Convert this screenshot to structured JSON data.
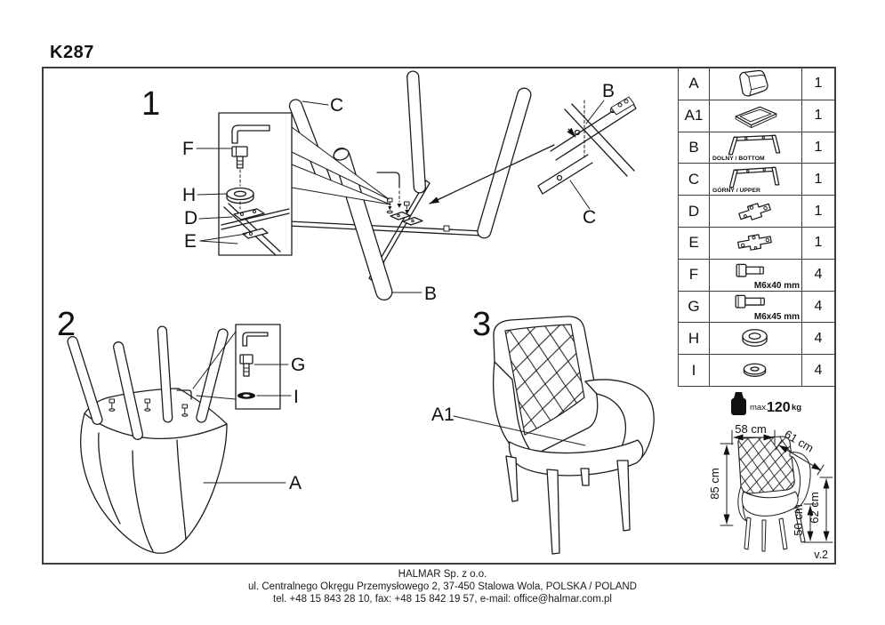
{
  "title": "K287",
  "version": "v.2",
  "steps": {
    "step1": {
      "number": "1",
      "labels": {
        "c": "C",
        "b": "B",
        "f": "F",
        "h": "H",
        "d": "D",
        "e": "E",
        "detail_b": "B",
        "detail_c": "C"
      }
    },
    "step2": {
      "number": "2",
      "labels": {
        "g": "G",
        "i": "I",
        "a": "A"
      }
    },
    "step3": {
      "number": "3",
      "labels": {
        "a1": "A1"
      }
    }
  },
  "parts_table": {
    "rows": [
      {
        "letter": "A",
        "qty": "1",
        "icon": "chair-shell"
      },
      {
        "letter": "A1",
        "qty": "1",
        "icon": "seat-frame"
      },
      {
        "letter": "B",
        "qty": "1",
        "icon": "frame-lower",
        "note": "DOLNY / BOTTOM"
      },
      {
        "letter": "C",
        "qty": "1",
        "icon": "frame-upper",
        "note": "GÓRNY / UPPER"
      },
      {
        "letter": "D",
        "qty": "1",
        "icon": "cross-plate"
      },
      {
        "letter": "E",
        "qty": "1",
        "icon": "cross-plate"
      },
      {
        "letter": "F",
        "qty": "4",
        "icon": "bolt",
        "note": "M6x40 mm"
      },
      {
        "letter": "G",
        "qty": "4",
        "icon": "bolt",
        "note": "M6x45 mm"
      },
      {
        "letter": "H",
        "qty": "4",
        "icon": "washer-thick"
      },
      {
        "letter": "I",
        "qty": "4",
        "icon": "washer-flat"
      }
    ]
  },
  "weight_limit": {
    "prefix": "max.",
    "value": "120",
    "unit": "kg"
  },
  "dimensions": {
    "width": "58 cm",
    "depth": "61 cm",
    "height": "85 cm",
    "seat_height": "50 cm",
    "arm_height": "62 cm"
  },
  "footer": {
    "company": "HALMAR Sp. z o.o.",
    "address": "ul. Centralnego Okręgu Przemysłowego 2, 37-450 Stalowa Wola, POLSKA / POLAND",
    "contact": "tel. +48 15 843 28 10, fax: +48 15 842 19 57, e-mail: office@halmar.com.pl"
  }
}
